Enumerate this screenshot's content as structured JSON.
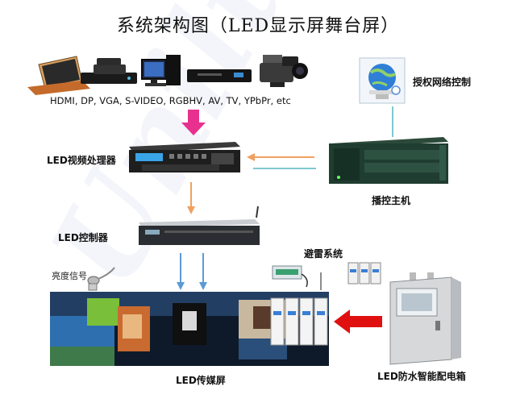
{
  "title": "系统架构图（LED显示屏舞台屏）",
  "sources": {
    "caption": "HDMI, DP, VGA, S-VIDEO, RGBHV, AV, TV, YPbPr, etc",
    "icons": [
      "laptop-icon",
      "set-top-box-icon",
      "desktop-pc-icon",
      "dvd-player-icon",
      "video-camera-icon"
    ]
  },
  "nodes": {
    "network_control": "授权网络控制",
    "video_processor": "LED视频处理器",
    "playback_host": "播控主机",
    "led_controller": "LED控制器",
    "lightning_system": "避雷系统",
    "brightness_signal": "亮度信号",
    "media_screen": "LED传媒屏",
    "power_box": "LED防水智能配电箱"
  },
  "colors": {
    "pink_arrow": "#e8308f",
    "orange_line": "#f0a060",
    "blue_line": "#5b9bd5",
    "red_arrow": "#e01010",
    "teal_line": "#7fc8d0"
  }
}
